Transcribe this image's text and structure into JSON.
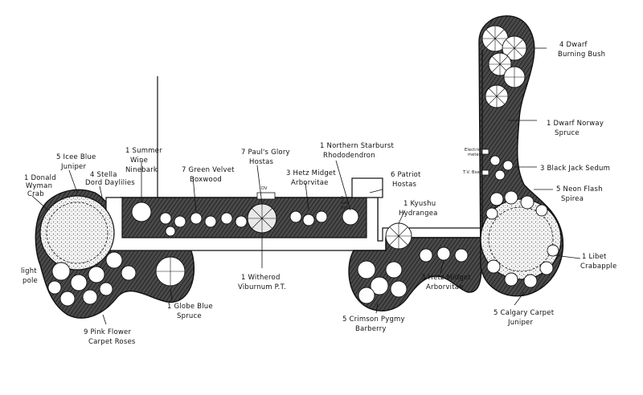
{
  "labels": {
    "dwarf_burning_bush": [
      "4 Dwarf",
      "Burning Bush"
    ],
    "dwarf_norway_spruce": [
      "1 Dwarf Norway",
      "Spruce"
    ],
    "black_jack_sedum": [
      "3 Black Jack Sedum"
    ],
    "neon_flash_spirea": [
      "5 Neon Flash",
      "Spirea"
    ],
    "libet_crabapple": [
      "1 Libet",
      "Crabapple"
    ],
    "calgary_carpet_juniper": [
      "5 Calgary Carpet",
      "Juniper"
    ],
    "hetz_midget_arborvitae_lower": [
      "3 Hetz Midget",
      "Arborvitae"
    ],
    "crimson_pygmy_barberry": [
      "5 Crimson Pygmy",
      "Barberry"
    ],
    "kyushu_hydrangea": [
      "1 Kyushu",
      "Hydrangea"
    ],
    "patriot_hostas": [
      "6 Patriot",
      "Hostas"
    ],
    "northern_starburst_rhododendron": [
      "1 Northern Starburst",
      "Rhododendron"
    ],
    "hetz_midget_arborvitae_upper": [
      "3 Hetz Midget",
      "Arborvitae"
    ],
    "pauls_glory_hostas": [
      "7 Paul's Glory",
      "Hostas"
    ],
    "green_velvet_boxwood": [
      "7 Green Velvet",
      "Boxwood"
    ],
    "summer_wine_ninebark": [
      "1 Summer",
      "Wine",
      "Ninebark"
    ],
    "stella_dord_daylilies": [
      "4 Stella",
      "Dord Daylilies"
    ],
    "icee_blue_juniper": [
      "5 Icee Blue",
      "Juniper"
    ],
    "donald_wyman_crab": [
      "1 Donald",
      "Wyman",
      "Crab"
    ],
    "light_pole": [
      "light",
      "pole"
    ],
    "pink_flower_carpet_roses": [
      "9 Pink Flower",
      "Carpet Roses"
    ],
    "globe_blue_spruce": [
      "1 Globe Blue",
      "Spruce"
    ],
    "witherod_viburnum": [
      "1 Witherod",
      "Viburnum P.T."
    ],
    "electric_meter": [
      "Electric",
      "meter"
    ],
    "tv_box": [
      "T.V. Box"
    ],
    "small_note_dv": [
      "DV"
    ],
    "small_note_center": [
      "2",
      "Gas",
      "box"
    ]
  },
  "colors": {
    "ink": "#111111",
    "fill": "#3a3a3a",
    "paper": "#ffffff"
  }
}
